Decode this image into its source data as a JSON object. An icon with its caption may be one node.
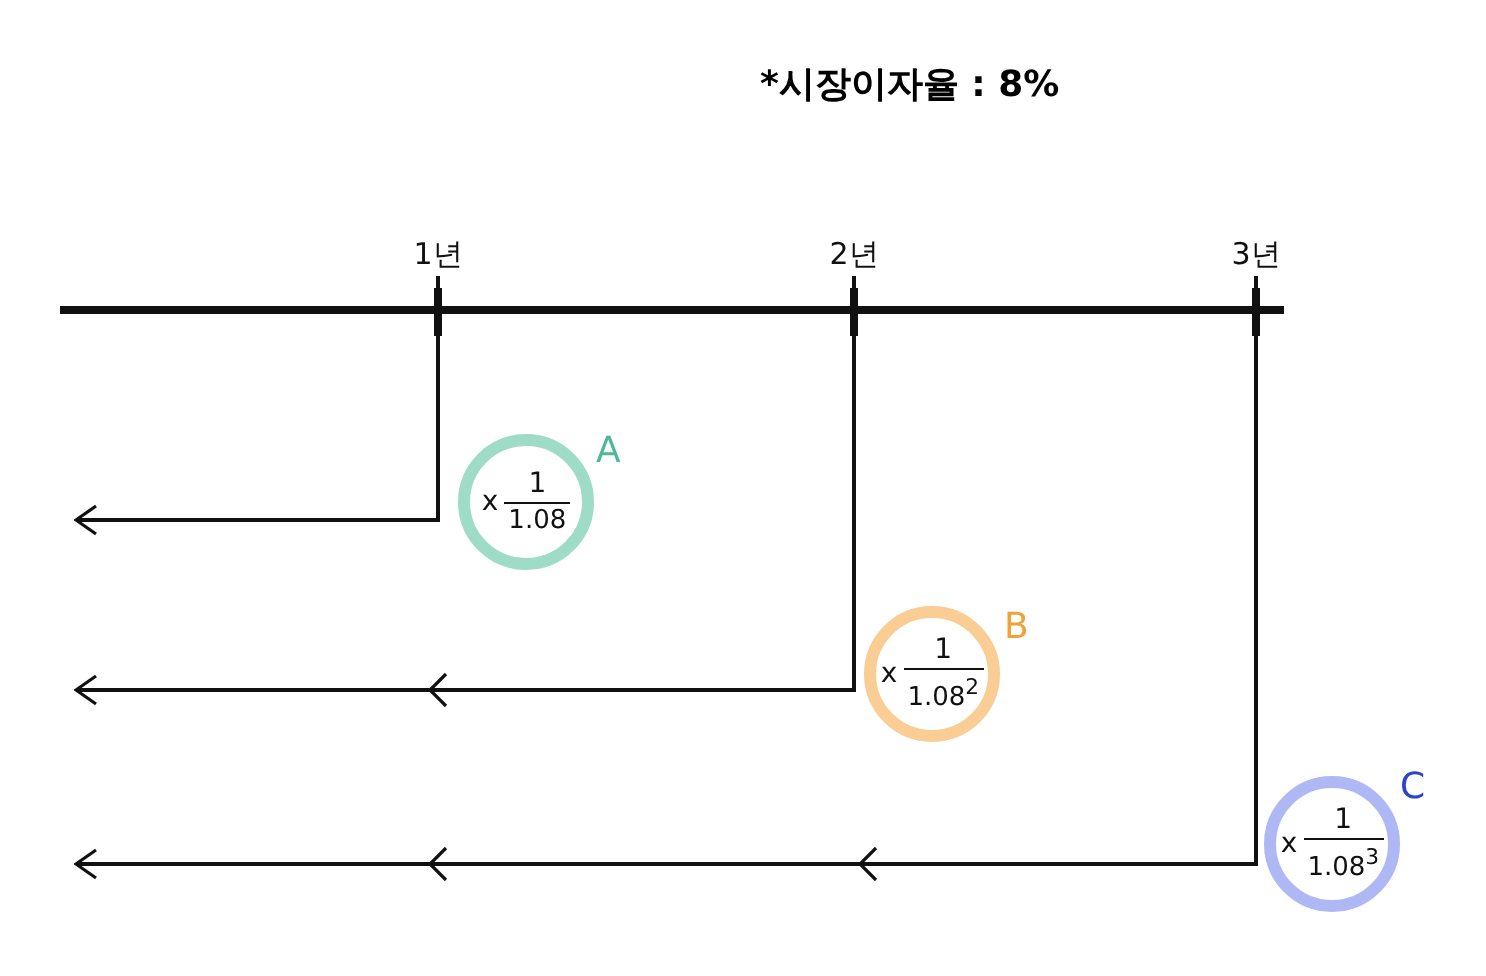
{
  "diagram": {
    "title": "*시장이자율 : 8%",
    "nodes": [
      {
        "text": [
          "1년"
        ]
      },
      {
        "text": [
          "2년"
        ]
      },
      {
        "text": [
          "3년"
        ]
      },
      {
        "text": [
          "x",
          "1",
          "1.08"
        ],
        "beside": [
          "A"
        ]
      },
      {
        "text": [
          "x",
          "1",
          "1.08$^{2}$"
        ],
        "beside": [
          "B"
        ]
      },
      {
        "text": [
          "x",
          "1",
          "1.08$^{3}$"
        ],
        "beside": [
          "C"
        ]
      }
    ],
    "edges": [
      {
        "from": 0,
        "to": null,
        "arrow": "to"
      },
      {
        "from": 1,
        "to": null,
        "arrow": "to"
      },
      {
        "from": 2,
        "to": null,
        "arrow": "to"
      }
    ]
  }
}
